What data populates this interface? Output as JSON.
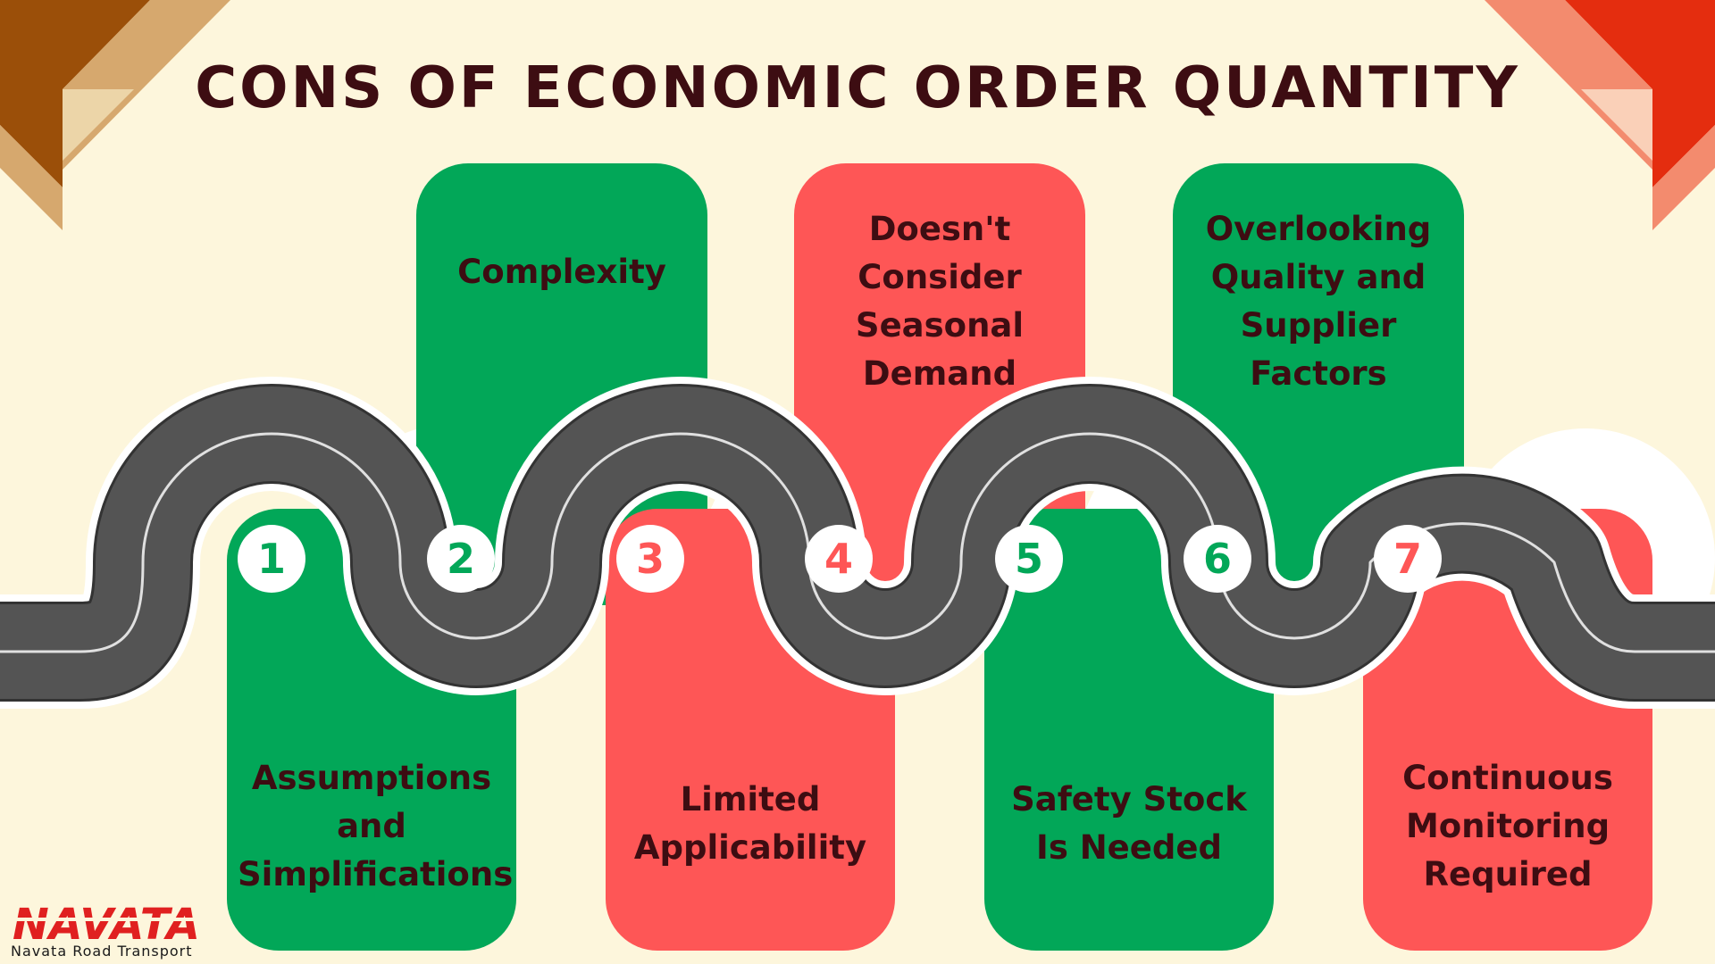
{
  "title": "CONS OF ECONOMIC ORDER QUANTITY",
  "colors": {
    "green": "#02a758",
    "red": "#fe5656",
    "road": "#545454",
    "bg": "#fdf6dc",
    "text": "#3d0d12"
  },
  "steps": [
    {
      "number": "1",
      "label": "Assumptions and Simplifications",
      "color": "green"
    },
    {
      "number": "2",
      "label": "Complexity",
      "color": "green"
    },
    {
      "number": "3",
      "label": "Limited Applicability",
      "color": "red"
    },
    {
      "number": "4",
      "label": "Doesn't Consider Seasonal Demand",
      "color": "red"
    },
    {
      "number": "5",
      "label": "Safety Stock Is Needed",
      "color": "green"
    },
    {
      "number": "6",
      "label": "Overlooking Quality and Supplier Factors",
      "color": "green"
    },
    {
      "number": "7",
      "label": "Continuous Monitoring Required",
      "color": "red"
    }
  ],
  "logo": {
    "brand": "NAVATA",
    "tagline": "Navata Road Transport"
  }
}
